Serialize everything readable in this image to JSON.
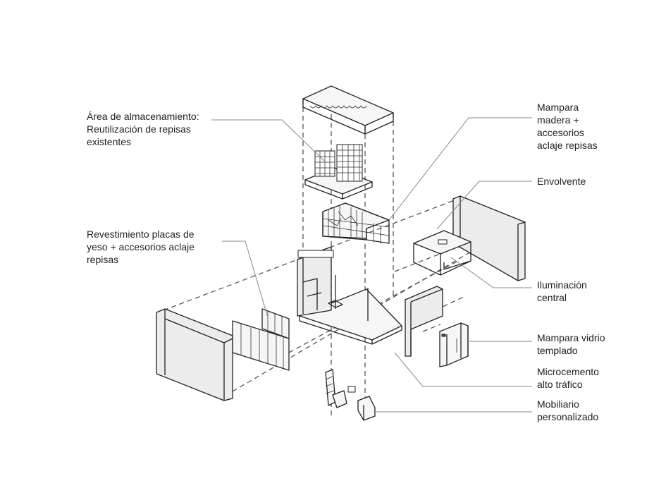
{
  "labels": {
    "almacenamiento": [
      "Área de almacenamiento:",
      "Reutilización de repisas",
      "existentes"
    ],
    "revestimiento": [
      "Revestimiento placas de",
      "yeso + accesorios aclaje",
      "repisas"
    ],
    "mampara_madera": [
      "Mampara",
      "madera +",
      "accesorios",
      "aclaje repisas"
    ],
    "envolvente": [
      "Envolvente"
    ],
    "iluminacion": [
      "Iluminación",
      "central"
    ],
    "mampara_vidrio": [
      "Mampara vidrio",
      "templado"
    ],
    "microcemento": [
      "Microcemento",
      "alto tráfico"
    ],
    "mobiliario": [
      "Mobiliario",
      "personalizado"
    ]
  },
  "colors": {
    "line": "#222222",
    "leader": "#888888",
    "panel_fill": "#ececec",
    "text": "#222222"
  }
}
